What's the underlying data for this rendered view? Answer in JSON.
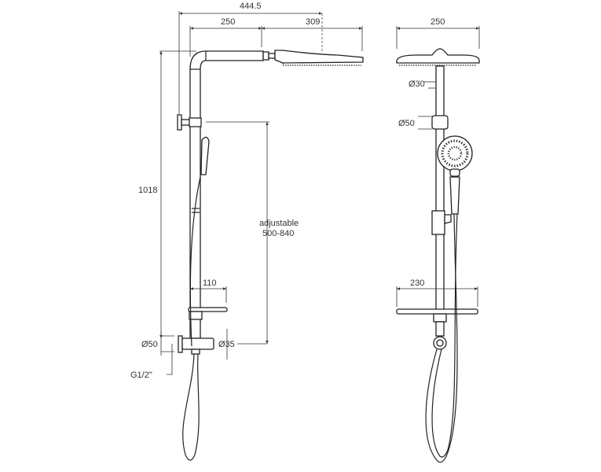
{
  "side_view": {
    "dim_total_reach": "444.5",
    "dim_arm": "250",
    "dim_head": "309",
    "dim_height": "1018",
    "adjustable_label": "adjustable",
    "adjustable_range": "500-840",
    "dim_shelf": "110",
    "dim_outlet_dia": "Ø50",
    "dim_pipe_dia": "Ø35",
    "thread": "G1/2\""
  },
  "front_view": {
    "dim_head": "250",
    "dim_arm_dia": "Ø30",
    "dim_bracket_dia": "Ø50",
    "dim_shelf": "230"
  }
}
